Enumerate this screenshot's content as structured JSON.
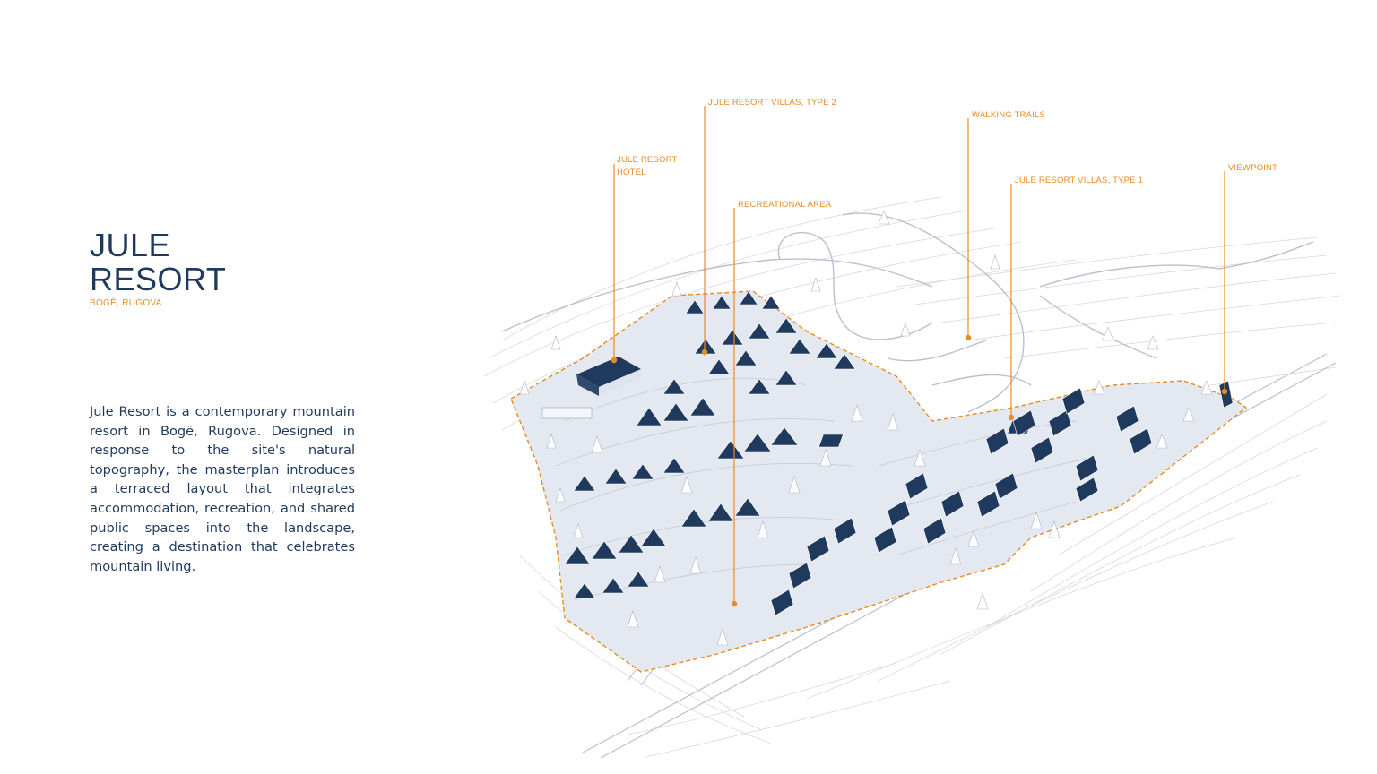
{
  "header": {
    "title_line1": "JULE",
    "title_line2": "RESORT",
    "location": "BOGË, RUGOVA"
  },
  "description": "Jule Resort is a contemporary mountain resort in Bogë, Rugova. Designed in response to the site's natural topography, the masterplan introduces a terraced layout that integrates accommodation, recreation, and shared public spaces into the landscape, creating a destination that celebrates mountain living.",
  "callouts": {
    "hotel_line1": "JULE RESORT",
    "hotel_line2": "HOTEL",
    "villas_type2": "JULE RESORT VILLAS, TYPE 2",
    "recreational_area": "RECREATIONAL AREA",
    "walking_trails": "WALKING TRAILS",
    "villas_type1": "JULE RESORT VILLAS, TYPE 1",
    "viewpoint": "VIEWPOINT"
  },
  "colors": {
    "navy": "#1f3a5c",
    "accent_orange": "#e88b23",
    "line_gray": "#c9cfd8",
    "terrain_blue": "#dfe5ee"
  }
}
